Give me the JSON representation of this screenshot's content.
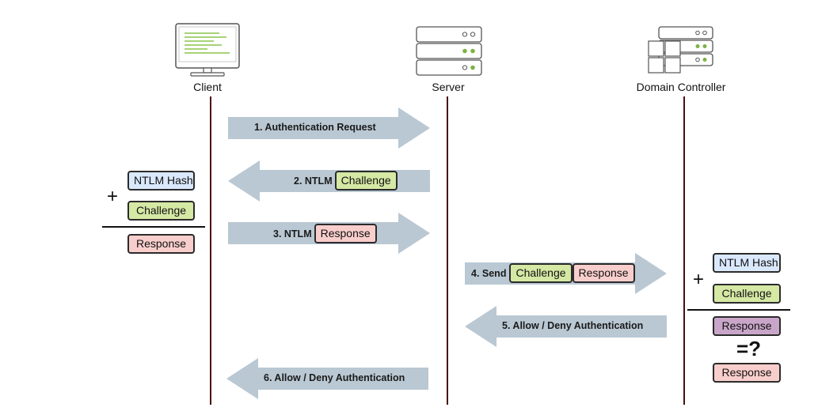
{
  "entities": {
    "client": "Client",
    "server": "Server",
    "domain_controller": "Domain Controller"
  },
  "steps": {
    "s1": "1. Authentication Request",
    "s2_prefix": "2. NTLM",
    "s2_tag": "Challenge",
    "s3_prefix": "3. NTLM",
    "s3_tag": "Response",
    "s4_prefix": "4. Send",
    "s4_tag1": "Challenge",
    "s4_tag2": "Response",
    "s5": "5. Allow / Deny Authentication",
    "s6": "6. Allow / Deny Authentication"
  },
  "client_calc": {
    "hash": "NTLM Hash",
    "challenge": "Challenge",
    "response": "Response",
    "operator": "+"
  },
  "dc_calc": {
    "hash": "NTLM Hash",
    "challenge": "Challenge",
    "computed_response": "Response",
    "compare": "=?",
    "received_response": "Response",
    "operator": "+"
  },
  "colors": {
    "arrow": "#b9c8d3",
    "lifeline": "#4a1010",
    "blue_tag": "#dae8fc",
    "green_tag": "#d5e8a4",
    "pink_tag": "#f8cecc",
    "purple_tag": "#c9a6c9",
    "icon_green": "#7cb342"
  }
}
